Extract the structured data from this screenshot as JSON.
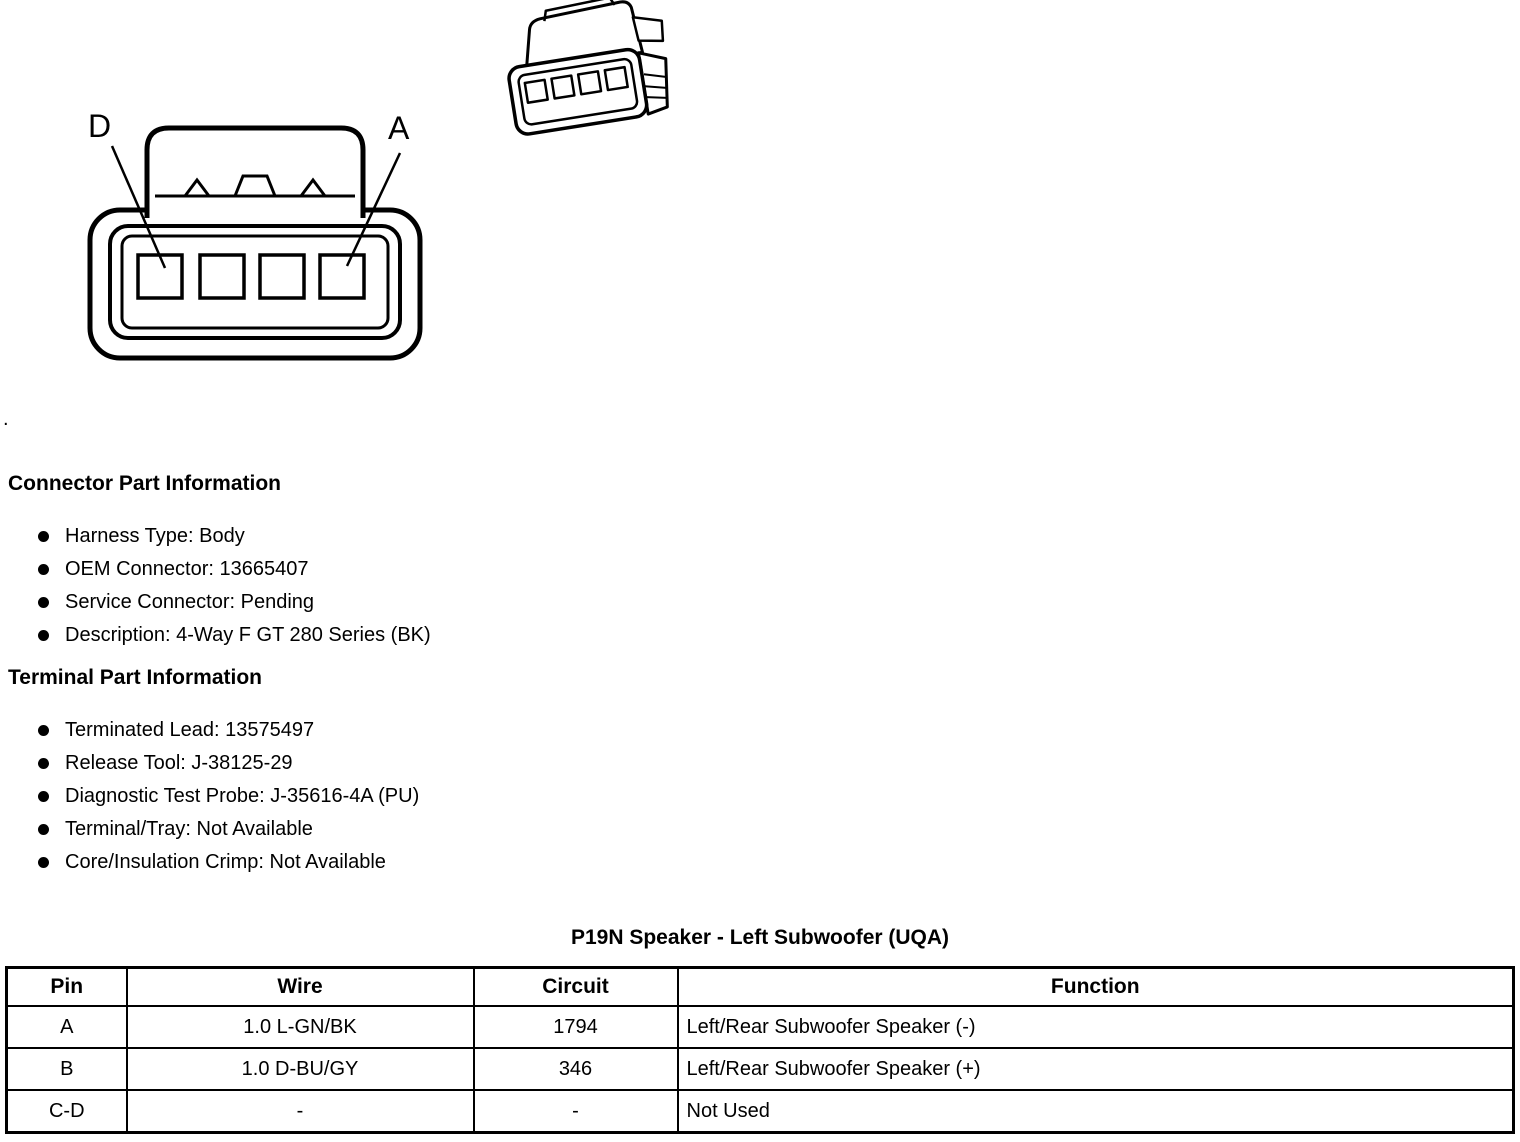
{
  "diagram": {
    "label_d": "D",
    "label_a": "A"
  },
  "stray_dot": ".",
  "sections": [
    {
      "heading": "Connector Part Information",
      "bullets": [
        "Harness Type: Body",
        "OEM Connector: 13665407",
        "Service Connector: Pending",
        "Description: 4-Way F GT 280 Series (BK)"
      ]
    },
    {
      "heading": "Terminal Part Information",
      "bullets": [
        "Terminated Lead: 13575497",
        "Release Tool: J-38125-29",
        "Diagnostic Test Probe: J-35616-4A (PU)",
        "Terminal/Tray: Not Available",
        "Core/Insulation Crimp: Not Available"
      ]
    }
  ],
  "table": {
    "title": "P19N Speaker - Left Subwoofer (UQA)",
    "headers": [
      "Pin",
      "Wire",
      "Circuit",
      "Function"
    ],
    "rows": [
      [
        "A",
        "1.0 L-GN/BK",
        "1794",
        "Left/Rear Subwoofer Speaker (-)"
      ],
      [
        "B",
        "1.0 D-BU/GY",
        "346",
        "Left/Rear Subwoofer Speaker (+)"
      ],
      [
        "C-D",
        "-",
        "-",
        "Not Used"
      ]
    ]
  }
}
